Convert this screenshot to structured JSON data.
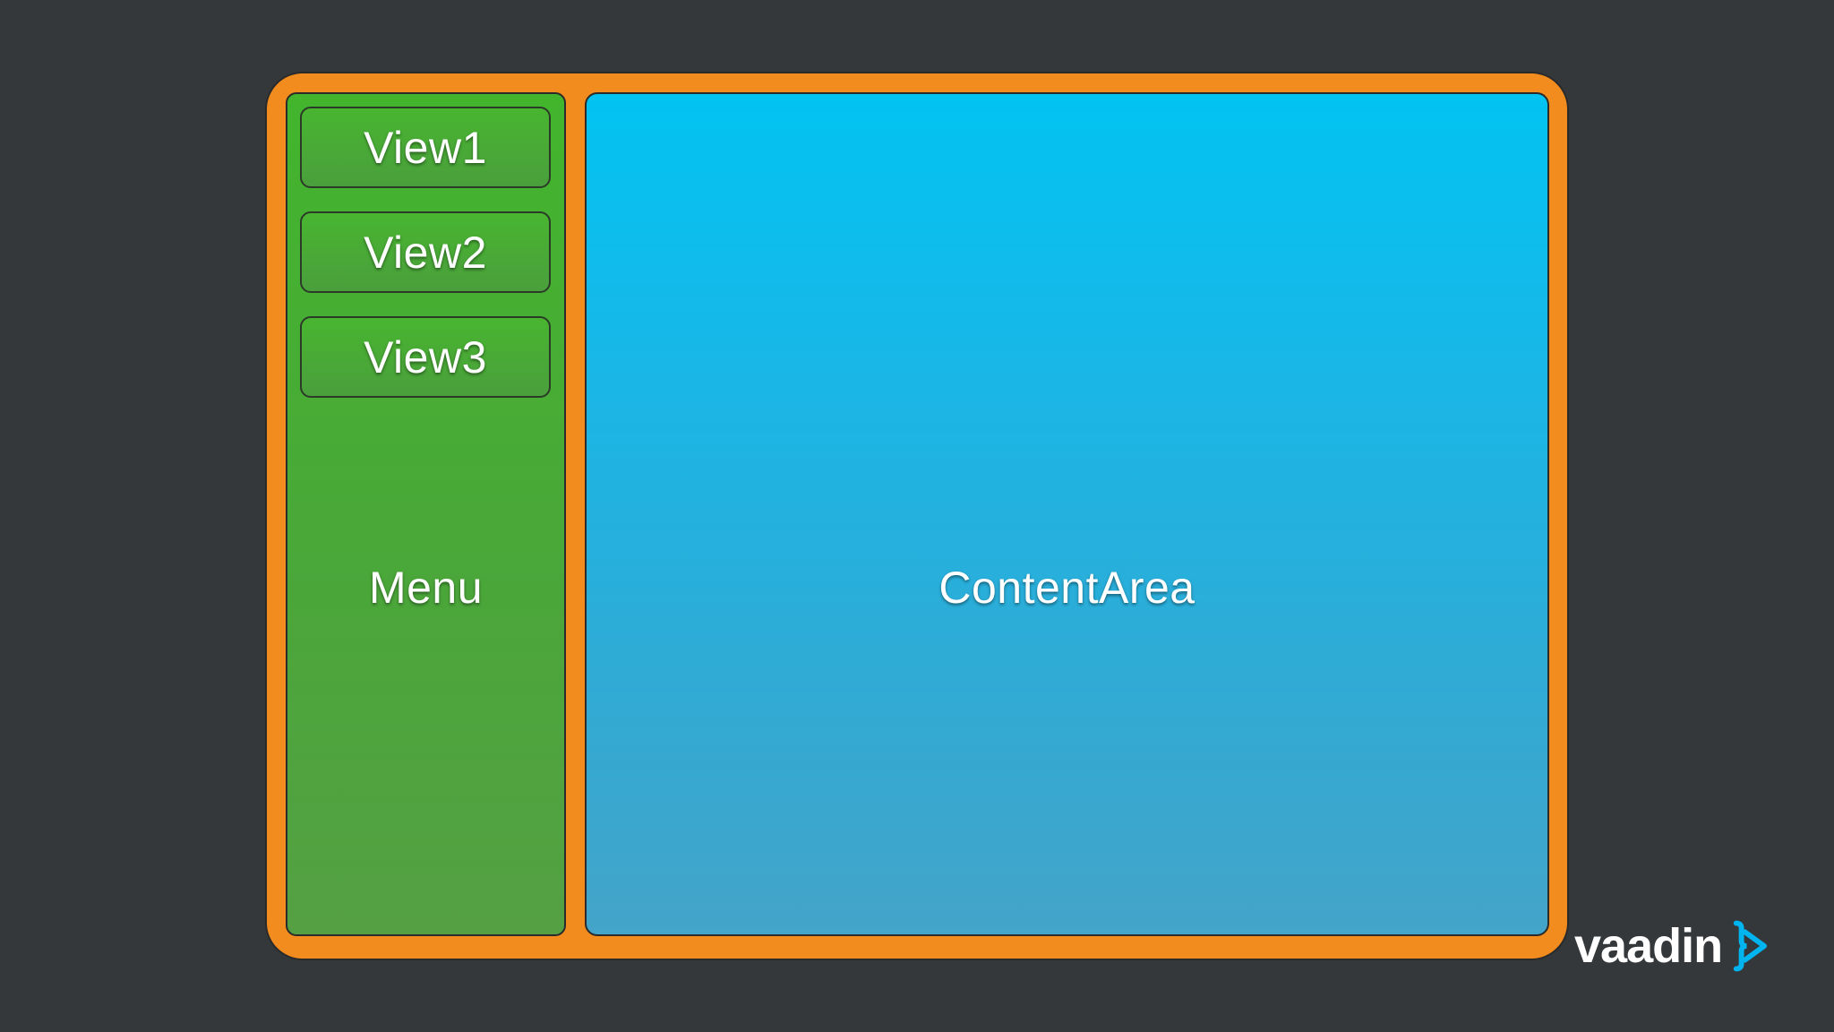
{
  "menu": {
    "items": [
      {
        "label": "View1"
      },
      {
        "label": "View2"
      },
      {
        "label": "View3"
      }
    ],
    "label": "Menu"
  },
  "content": {
    "label": "ContentArea"
  },
  "logo": {
    "text": "vaadin",
    "mark_color": "#00b4f0"
  },
  "colors": {
    "background": "#35383b",
    "frame": "#f28c1e",
    "menu": "#4ba63a",
    "content_top": "#02c3f2",
    "content_bottom": "#44a4c9"
  }
}
